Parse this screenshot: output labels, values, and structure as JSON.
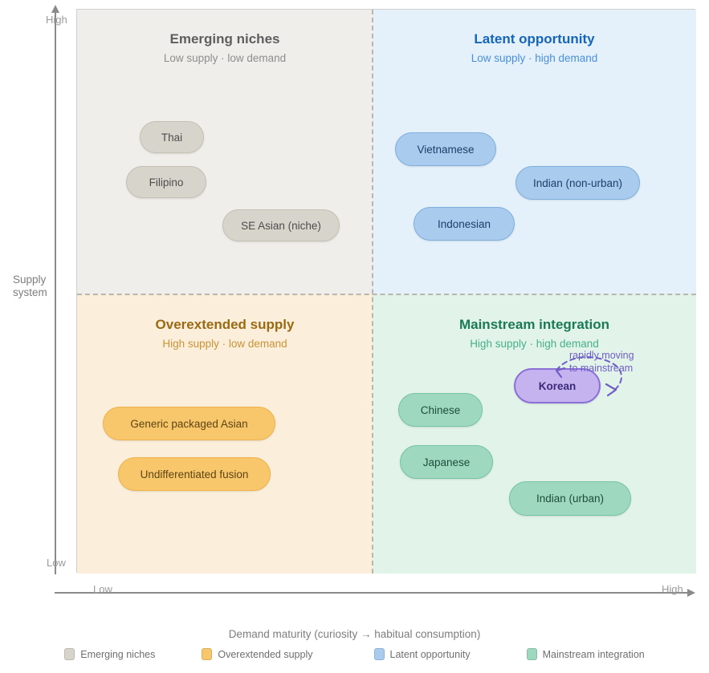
{
  "chart_data": {
    "type": "scatter",
    "title": "",
    "xlabel": "Demand maturity (curiosity → habitual consumption)",
    "ylabel": "Supply system",
    "x_ticks": [
      "Low",
      "High"
    ],
    "y_ticks": [
      "High",
      "Low"
    ],
    "grid": false,
    "legend_position": "bottom",
    "quadrants": [
      {
        "key": "emerging_niches",
        "title": "Emerging niches",
        "subtitle": "Low supply · low demand",
        "color": "#efeeea",
        "title_color": "#5e5e5e",
        "subtitle_color": "#8d8d8d",
        "position": "top-left",
        "items": [
          "Thai",
          "Filipino",
          "SE Asian (niche)"
        ]
      },
      {
        "key": "latent_opportunity",
        "title": "Latent opportunity",
        "subtitle": "Low supply · high demand",
        "color": "#e4f0fa",
        "title_color": "#1565b8",
        "subtitle_color": "#4a90d9",
        "position": "top-right",
        "items": [
          "Vietnamese",
          "Indian (non-urban)",
          "Indonesian"
        ]
      },
      {
        "key": "overextended_supply",
        "title": "Overextended supply",
        "subtitle": "High supply · low demand",
        "color": "#fbefdc",
        "title_color": "#9a6a12",
        "subtitle_color": "#c99336",
        "position": "bottom-left",
        "items": [
          "Generic packaged Asian",
          "Undifferentiated fusion"
        ]
      },
      {
        "key": "mainstream_integration",
        "title": "Mainstream integration",
        "subtitle": "High supply · high demand",
        "color": "#e2f3ea",
        "title_color": "#1a7a56",
        "subtitle_color": "#45b08a",
        "position": "bottom-right",
        "items": [
          "Korean",
          "Chinese",
          "Japanese",
          "Indian (urban)"
        ]
      }
    ],
    "points": [
      {
        "label": "Thai",
        "quadrant": "emerging_niches",
        "demand": "low",
        "supply": "high"
      },
      {
        "label": "Filipino",
        "quadrant": "emerging_niches",
        "demand": "low",
        "supply": "high"
      },
      {
        "label": "SE Asian (niche)",
        "quadrant": "emerging_niches",
        "demand": "low-mid",
        "supply": "mid-high"
      },
      {
        "label": "Vietnamese",
        "quadrant": "latent_opportunity",
        "demand": "mid-high",
        "supply": "high"
      },
      {
        "label": "Indian (non-urban)",
        "quadrant": "latent_opportunity",
        "demand": "high",
        "supply": "mid-high"
      },
      {
        "label": "Indonesian",
        "quadrant": "latent_opportunity",
        "demand": "mid-high",
        "supply": "mid-high"
      },
      {
        "label": "Generic packaged Asian",
        "quadrant": "overextended_supply",
        "demand": "low",
        "supply": "low-mid"
      },
      {
        "label": "Undifferentiated fusion",
        "quadrant": "overextended_supply",
        "demand": "low",
        "supply": "low"
      },
      {
        "label": "Korean",
        "quadrant": "mainstream_integration",
        "demand": "high",
        "supply": "mid"
      },
      {
        "label": "Chinese",
        "quadrant": "mainstream_integration",
        "demand": "mid",
        "supply": "mid"
      },
      {
        "label": "Japanese",
        "quadrant": "mainstream_integration",
        "demand": "mid",
        "supply": "low-mid"
      },
      {
        "label": "Indian (urban)",
        "quadrant": "mainstream_integration",
        "demand": "mid-high",
        "supply": "low"
      }
    ],
    "annotations": [
      {
        "text": "rapidly moving\nto mainstream",
        "target": "Korean",
        "color": "#6f5ec4"
      }
    ]
  },
  "axis": {
    "y_title": "Supply\nsystem",
    "y_high": "High",
    "y_low": "Low",
    "x_low": "Low",
    "x_high": "High",
    "x_title": "Demand maturity (curiosity → habitual consumption)"
  },
  "quadrant_tl": {
    "title": "Emerging niches",
    "subtitle": "Low supply · low demand"
  },
  "quadrant_tr": {
    "title": "Latent opportunity",
    "subtitle": "Low supply · high demand"
  },
  "quadrant_bl": {
    "title": "Overextended supply",
    "subtitle": "High supply · low demand"
  },
  "quadrant_br": {
    "title": "Mainstream integration",
    "subtitle": "High supply · high demand"
  },
  "pills": {
    "thai": "Thai",
    "filipino": "Filipino",
    "se_asian_niche": "SE Asian (niche)",
    "vietnamese": "Vietnamese",
    "indian_non_urban": "Indian (non-urban)",
    "indonesian": "Indonesian",
    "generic_packaged_asian": "Generic packaged Asian",
    "undifferentiated_fusion": "Undifferentiated fusion",
    "korean": "Korean",
    "chinese": "Chinese",
    "japanese": "Japanese",
    "indian_urban": "Indian (urban)"
  },
  "annotation": {
    "text": "rapidly moving\nto mainstream"
  },
  "legend": {
    "items": [
      {
        "label": "Emerging niches",
        "color": "#d7d4cb"
      },
      {
        "label": "Overextended supply",
        "color": "#f8c76c"
      },
      {
        "label": "Latent opportunity",
        "color": "#a8cbee"
      },
      {
        "label": "Mainstream integration",
        "color": "#9ed9bf"
      }
    ]
  }
}
